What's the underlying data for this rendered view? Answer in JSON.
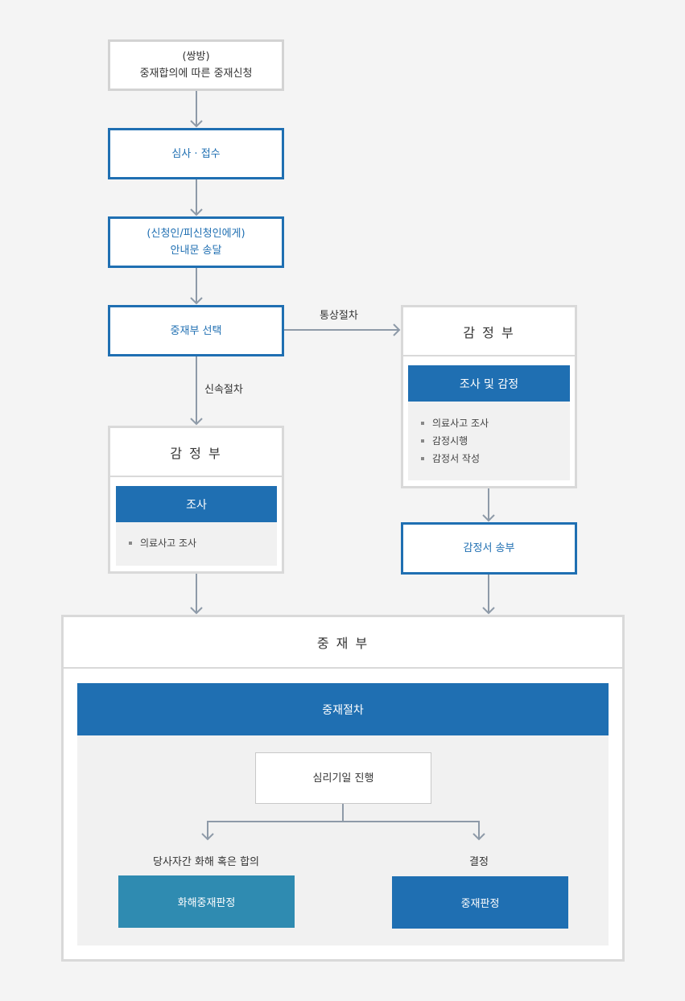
{
  "steps": {
    "apply": {
      "line1": "(쌍방)",
      "line2": "중재합의에 따른 중재신청"
    },
    "review": "심사 · 접수",
    "notice": {
      "line1": "(신청인/피신청인에게)",
      "line2": "안내문 송달"
    },
    "select": "중재부 선택"
  },
  "edge_labels": {
    "normal": "통상절차",
    "fast": "신속절차"
  },
  "right_panel": {
    "title": "감 정 부",
    "bar": "조사 및 감정",
    "items": [
      "의료사고 조사",
      "감정시행",
      "감정서 작성"
    ]
  },
  "left_panel": {
    "title": "감 정 부",
    "bar": "조사",
    "items": [
      "의료사고 조사"
    ]
  },
  "send_report": "감정서 송부",
  "main_panel": {
    "title": "중 재 부",
    "bar": "중재절차",
    "hearing": "심리기일 진행",
    "left_label": "당사자간 화해 혹은 합의",
    "left_box": "화해중재판정",
    "right_label": "결정",
    "right_box": "중재판정"
  },
  "colors": {
    "primary": "#1f6fb2",
    "teal": "#2f8bb1",
    "border": "#d3d3d3",
    "background": "#f4f4f4"
  }
}
